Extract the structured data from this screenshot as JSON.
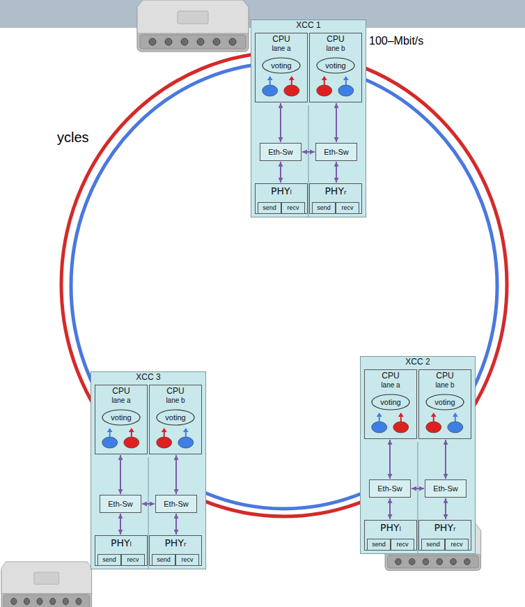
{
  "diagram": {
    "nodes": [
      {
        "text": [
          "XCC 1"
        ]
      },
      {
        "text": [
          "CPU",
          "lane a"
        ],
        "in": 0
      },
      {
        "text": [
          "voting"
        ],
        "in": 1
      },
      {
        "text": [
          "CPU",
          "lane b"
        ],
        "in": 0
      },
      {
        "text": [
          "voting"
        ],
        "in": 3
      },
      {
        "text": [
          "Eth-Sw"
        ],
        "in": 0
      },
      {
        "text": [
          "Eth-Sw"
        ],
        "in": 0
      },
      {
        "text": [
          "PHYₗ"
        ],
        "in": 0
      },
      {
        "text": [
          "send"
        ],
        "in": 7
      },
      {
        "text": [
          "recv"
        ],
        "in": 7
      },
      {
        "text": [
          "PHYᵣ"
        ],
        "in": 0
      },
      {
        "text": [
          "send"
        ],
        "in": 10
      },
      {
        "text": [
          "recv"
        ],
        "in": 10
      },
      {
        "text": [
          "XCC 2"
        ]
      },
      {
        "text": [
          "CPU",
          "lane a"
        ],
        "in": 13
      },
      {
        "text": [
          "voting"
        ],
        "in": 14
      },
      {
        "text": [
          "CPU",
          "lane b"
        ],
        "in": 13
      },
      {
        "text": [
          "voting"
        ],
        "in": 16
      },
      {
        "text": [
          "Eth-Sw"
        ],
        "in": 13
      },
      {
        "text": [
          "Eth-Sw"
        ],
        "in": 13
      },
      {
        "text": [
          "PHYₗ"
        ],
        "in": 13
      },
      {
        "text": [
          "send"
        ],
        "in": 20
      },
      {
        "text": [
          "recv"
        ],
        "in": 20
      },
      {
        "text": [
          "PHYᵣ"
        ],
        "in": 13
      },
      {
        "text": [
          "send"
        ],
        "in": 23
      },
      {
        "text": [
          "recv"
        ],
        "in": 23
      },
      {
        "text": [
          "XCC 3"
        ]
      },
      {
        "text": [
          "CPU",
          "lane a"
        ],
        "in": 26
      },
      {
        "text": [
          "voting"
        ],
        "in": 27
      },
      {
        "text": [
          "CPU",
          "lane b"
        ],
        "in": 26
      },
      {
        "text": [
          "voting"
        ],
        "in": 29
      },
      {
        "text": [
          "Eth-Sw"
        ],
        "in": 26
      },
      {
        "text": [
          "Eth-Sw"
        ],
        "in": 26
      },
      {
        "text": [
          "PHYₗ"
        ],
        "in": 26
      },
      {
        "text": [
          "send"
        ],
        "in": 33
      },
      {
        "text": [
          "recv"
        ],
        "in": 33
      },
      {
        "text": [
          "PHYᵣ"
        ],
        "in": 26
      },
      {
        "text": [
          "send"
        ],
        "in": 36
      },
      {
        "text": [
          "recv"
        ],
        "in": 36
      }
    ],
    "edges": [
      {
        "from": 5,
        "to": 1,
        "arrow": "both"
      },
      {
        "from": 6,
        "to": 3,
        "arrow": "both"
      },
      {
        "from": 5,
        "to": 6,
        "arrow": "both"
      },
      {
        "from": 7,
        "to": 5,
        "arrow": "both"
      },
      {
        "from": 10,
        "to": 6,
        "arrow": "both"
      },
      {
        "from": 18,
        "to": 14,
        "arrow": "both"
      },
      {
        "from": 19,
        "to": 16,
        "arrow": "both"
      },
      {
        "from": 18,
        "to": 19,
        "arrow": "both"
      },
      {
        "from": 20,
        "to": 18,
        "arrow": "both"
      },
      {
        "from": 23,
        "to": 19,
        "arrow": "both"
      },
      {
        "from": 31,
        "to": 27,
        "arrow": "both"
      },
      {
        "from": 32,
        "to": 29,
        "arrow": "both"
      },
      {
        "from": 31,
        "to": 32,
        "arrow": "both"
      },
      {
        "from": 33,
        "to": 31,
        "arrow": "both"
      },
      {
        "from": 36,
        "to": 32,
        "arrow": "both"
      }
    ],
    "labels": [
      "ycles",
      "100–Mbit/s"
    ]
  }
}
